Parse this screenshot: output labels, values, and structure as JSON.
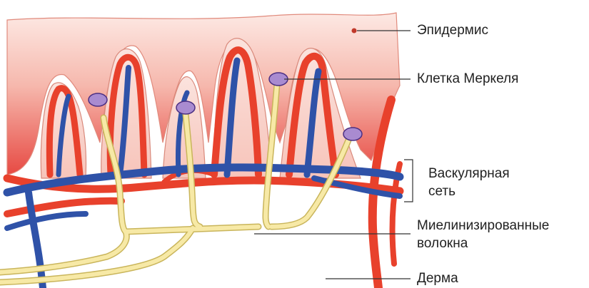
{
  "labels": {
    "epidermis": "Эпидермис",
    "merkel_cell": "Клетка Меркеля",
    "vascular_net_line1": "Васкулярная",
    "vascular_net_line2": "сеть",
    "myelinated_line1": "Миелинизированные",
    "myelinated_line2": "волокна",
    "dermis": "Дерма"
  },
  "colors": {
    "epidermis_top": "#f3b6ac",
    "epidermis_bottom": "#e0463f",
    "epidermis_fill": "#f6c7bd",
    "artery_red": "#e8412c",
    "vein_blue": "#2f52a8",
    "nerve_fill": "#f7e9a6",
    "nerve_stroke": "#c9b55b",
    "merkel_fill": "#a98bd0",
    "merkel_stroke": "#4b2f83",
    "leader_line": "#333333",
    "dot": "#c0392b"
  }
}
